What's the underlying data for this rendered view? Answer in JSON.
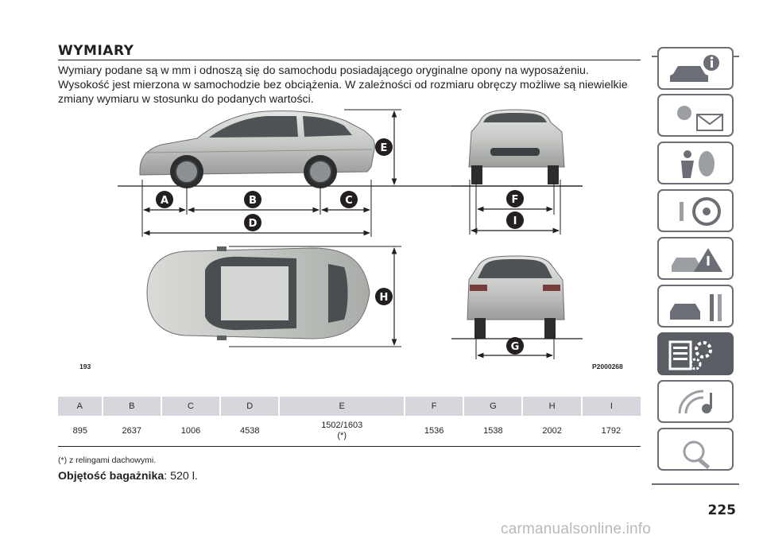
{
  "section": {
    "title": "WYMIARY",
    "intro": "Wymiary podane są w mm i odnoszą się do samochodu posiadającego oryginalne opony na wyposażeniu. Wysokość jest mierzona w samochodzie bez obciążenia. W zależności od rozmiaru obręczy możliwe są niewielkie zmiany wymiaru w stosunku do podanych wartości."
  },
  "figure": {
    "number": "193",
    "code": "P2000268",
    "labels": [
      "A",
      "B",
      "C",
      "D",
      "E",
      "F",
      "I",
      "H",
      "G"
    ]
  },
  "dimensions_table": {
    "headers": [
      "A",
      "B",
      "C",
      "D",
      "E",
      "F",
      "G",
      "H",
      "I"
    ],
    "values": [
      "895",
      "2637",
      "1006",
      "4538",
      "1502/1603",
      "1536",
      "1538",
      "2002",
      "1792"
    ],
    "e_note": "(*)"
  },
  "footnote": "(*) z relingami dachowymi.",
  "capacity": {
    "label": "Objętość bagażnika",
    "value": ": 520 l."
  },
  "page_number": "225",
  "watermark": "carmanualsonline.info",
  "colors": {
    "tab_border": "#6b6e74",
    "tab_active": "#5a5d63",
    "header_bg": "#d5d7dc",
    "car_body": "#c9ccc8"
  },
  "side_tabs": [
    {
      "icon": "car-info-icon",
      "active": false
    },
    {
      "icon": "dashboard-lights-icon",
      "active": false
    },
    {
      "icon": "safety-airbag-icon",
      "active": false
    },
    {
      "icon": "steering-wheel-key-icon",
      "active": false
    },
    {
      "icon": "emergency-warning-icon",
      "active": false
    },
    {
      "icon": "maintenance-tools-icon",
      "active": false
    },
    {
      "icon": "technical-data-icon",
      "active": true
    },
    {
      "icon": "multimedia-icon",
      "active": false
    },
    {
      "icon": "index-abc-icon",
      "active": false
    }
  ]
}
